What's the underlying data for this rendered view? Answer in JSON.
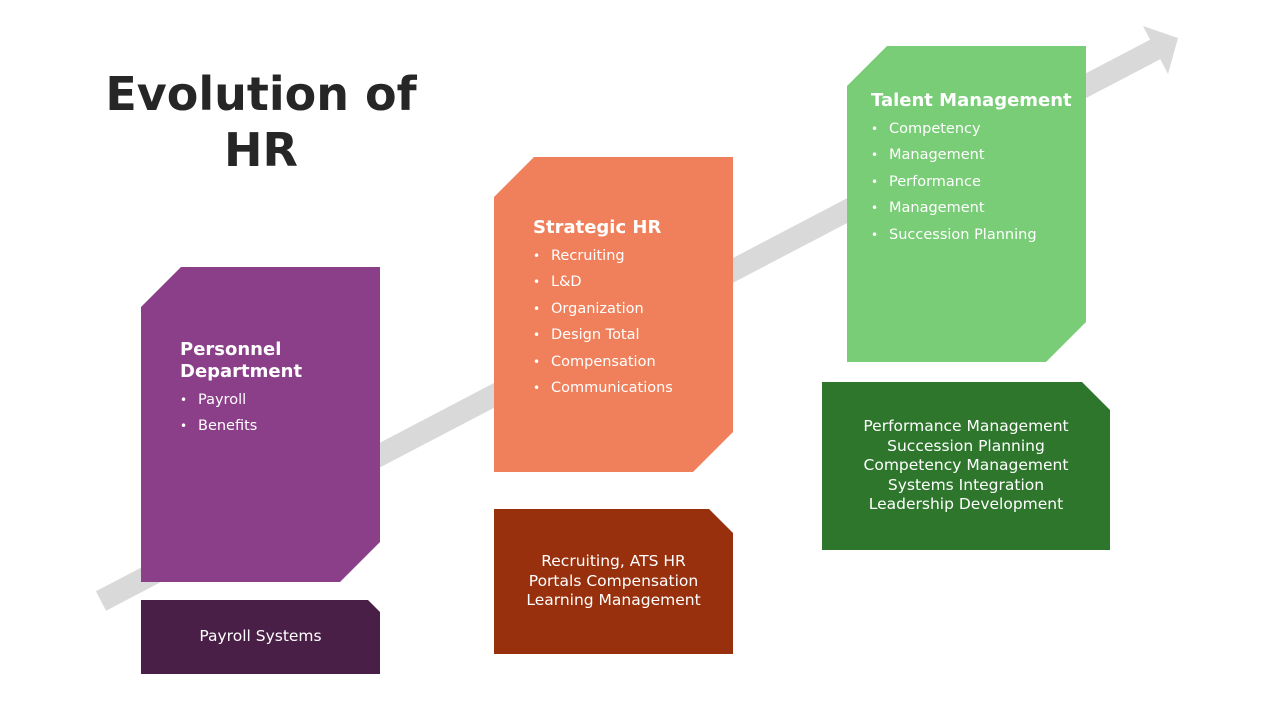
{
  "title": "Evolution of HR",
  "colors": {
    "arrow": "#d9d9d9",
    "personnel": "#8b3f88",
    "payroll_systems": "#4a1f47",
    "strategic": "#f0805b",
    "recruiting_systems": "#98300d",
    "talent": "#79cd77",
    "talent_systems": "#2d762c"
  },
  "stages": [
    {
      "heading": "Personnel Department",
      "items": [
        "Payroll",
        "Benefits"
      ],
      "systems": "Payroll Systems"
    },
    {
      "heading": "Strategic HR",
      "items": [
        "Recruiting",
        "L&D",
        "Organization",
        "Design Total",
        "Compensation",
        "Communications"
      ],
      "systems": "Recruiting, ATS HR\nPortals Compensation\nLearning Management"
    },
    {
      "heading": "Talent Management",
      "items": [
        "Competency",
        "Management",
        "Performance",
        "Management",
        "Succession Planning"
      ],
      "systems": "Performance Management\nSuccession Planning\nCompetency Management\nSystems Integration\nLeadership Development"
    }
  ]
}
